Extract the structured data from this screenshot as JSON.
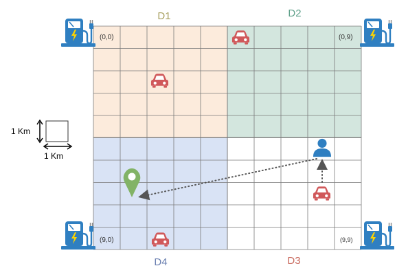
{
  "grid": {
    "rows": 10,
    "cols": 10
  },
  "districts": [
    {
      "id": "d1",
      "label": "D1",
      "color": "#a8a060",
      "fill": "#fcebdc"
    },
    {
      "id": "d2",
      "label": "D2",
      "color": "#5fa08a",
      "fill": "#d3e6de"
    },
    {
      "id": "d3",
      "label": "D3",
      "color": "#c96a5e",
      "fill": "#ffffff"
    },
    {
      "id": "d4",
      "label": "D4",
      "color": "#6a7fb0",
      "fill": "#d9e3f5"
    }
  ],
  "corner_labels": {
    "top_left": "(0,0)",
    "top_right": "(0,9)",
    "bottom_left": "(9,0)",
    "bottom_right": "(9,9)"
  },
  "scale": {
    "vertical": "1 Km",
    "horizontal": "1 Km"
  },
  "icons": {
    "charging_station": "ev-charging-station-icon",
    "car": "car-icon",
    "user": "person-icon",
    "destination": "location-pin-icon"
  },
  "colors": {
    "grid_line": "#7a7a7a",
    "car": "#d0585a",
    "user": "#2f7fc1",
    "pin": "#82b366",
    "station": "#2f7fc1",
    "path": "#555555"
  }
}
